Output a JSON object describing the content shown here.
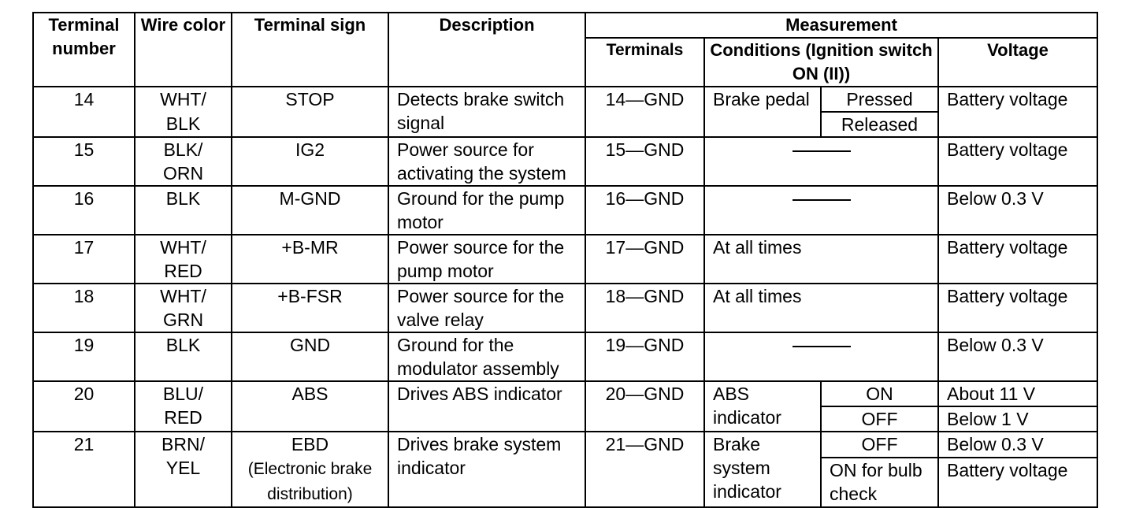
{
  "headers": {
    "terminal_number": "Terminal number",
    "wire_color": "Wire color",
    "terminal_sign": "Terminal sign",
    "description": "Description",
    "measurement": "Measurement",
    "terminals": "Terminals",
    "conditions": "Conditions (Ignition switch ON (II))",
    "voltage": "Voltage"
  },
  "rows": [
    {
      "num": "14",
      "wire1": "WHT/",
      "wire2": "BLK",
      "sign": "STOP",
      "desc": "Detects brake switch signal",
      "terminals": "14—GND",
      "cond": "Brake pedal",
      "cond_sub1": "Pressed",
      "cond_sub2": "Released",
      "volt": "Battery voltage"
    },
    {
      "num": "15",
      "wire1": "BLK/",
      "wire2": "ORN",
      "sign": "IG2",
      "desc": "Power source for activating the system",
      "terminals": "15—GND",
      "volt": "Battery voltage"
    },
    {
      "num": "16",
      "wire1": "BLK",
      "wire2": "",
      "sign": "M-GND",
      "desc": "Ground for the pump motor",
      "terminals": "16—GND",
      "volt": "Below 0.3 V"
    },
    {
      "num": "17",
      "wire1": "WHT/",
      "wire2": "RED",
      "sign": "+B-MR",
      "desc": "Power source for the pump motor",
      "terminals": "17—GND",
      "cond": "At all times",
      "volt": "Battery voltage"
    },
    {
      "num": "18",
      "wire1": "WHT/",
      "wire2": "GRN",
      "sign": "+B-FSR",
      "desc": "Power source for the valve relay",
      "terminals": "18—GND",
      "cond": "At all times",
      "volt": "Battery voltage"
    },
    {
      "num": "19",
      "wire1": "BLK",
      "wire2": "",
      "sign": "GND",
      "desc": "Ground for the modulator assembly",
      "terminals": "19—GND",
      "volt": "Below 0.3 V"
    },
    {
      "num": "20",
      "wire1": "BLU/",
      "wire2": "RED",
      "sign": "ABS",
      "desc": "Drives ABS indicator",
      "terminals": "20—GND",
      "cond": "ABS indicator",
      "cond_sub1": "ON",
      "cond_sub2": "OFF",
      "volt1": "About 11 V",
      "volt2": "Below 1 V"
    },
    {
      "num": "21",
      "wire1": "BRN/",
      "wire2": "YEL",
      "sign": "EBD",
      "sign_sub": "(Electronic brake distribution)",
      "desc": "Drives brake system indicator",
      "terminals": "21—GND",
      "cond": "Brake system indicator",
      "cond_sub1": "OFF",
      "cond_sub2": "ON for bulb check",
      "volt1": "Below 0.3 V",
      "volt2": "Battery voltage"
    }
  ]
}
